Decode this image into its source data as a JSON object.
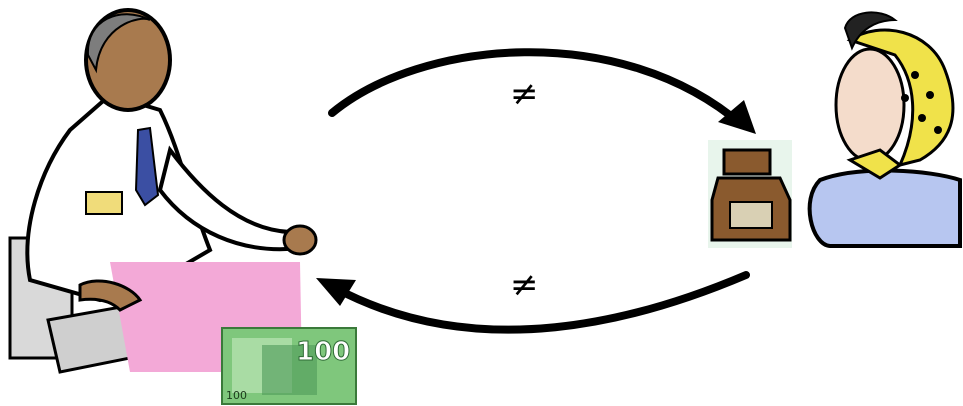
{
  "relations": {
    "top_symbol": "≠",
    "bottom_symbol": "≠"
  },
  "banknote": {
    "value_large": "100",
    "value_small": "100"
  },
  "colors": {
    "arrow": "#000000",
    "coat": "#ffffff",
    "skin_pharmacist": "#a87a4e",
    "counter": "#f3a9d7",
    "banknote": "#7fc77c",
    "scarf": "#f0e24a",
    "blouse": "#b7c6f0",
    "jar": "#8a5a2e"
  },
  "icons": [
    "pharmacist-figure",
    "banknote-icon",
    "medicine-jar-icon",
    "customer-woman-figure"
  ]
}
